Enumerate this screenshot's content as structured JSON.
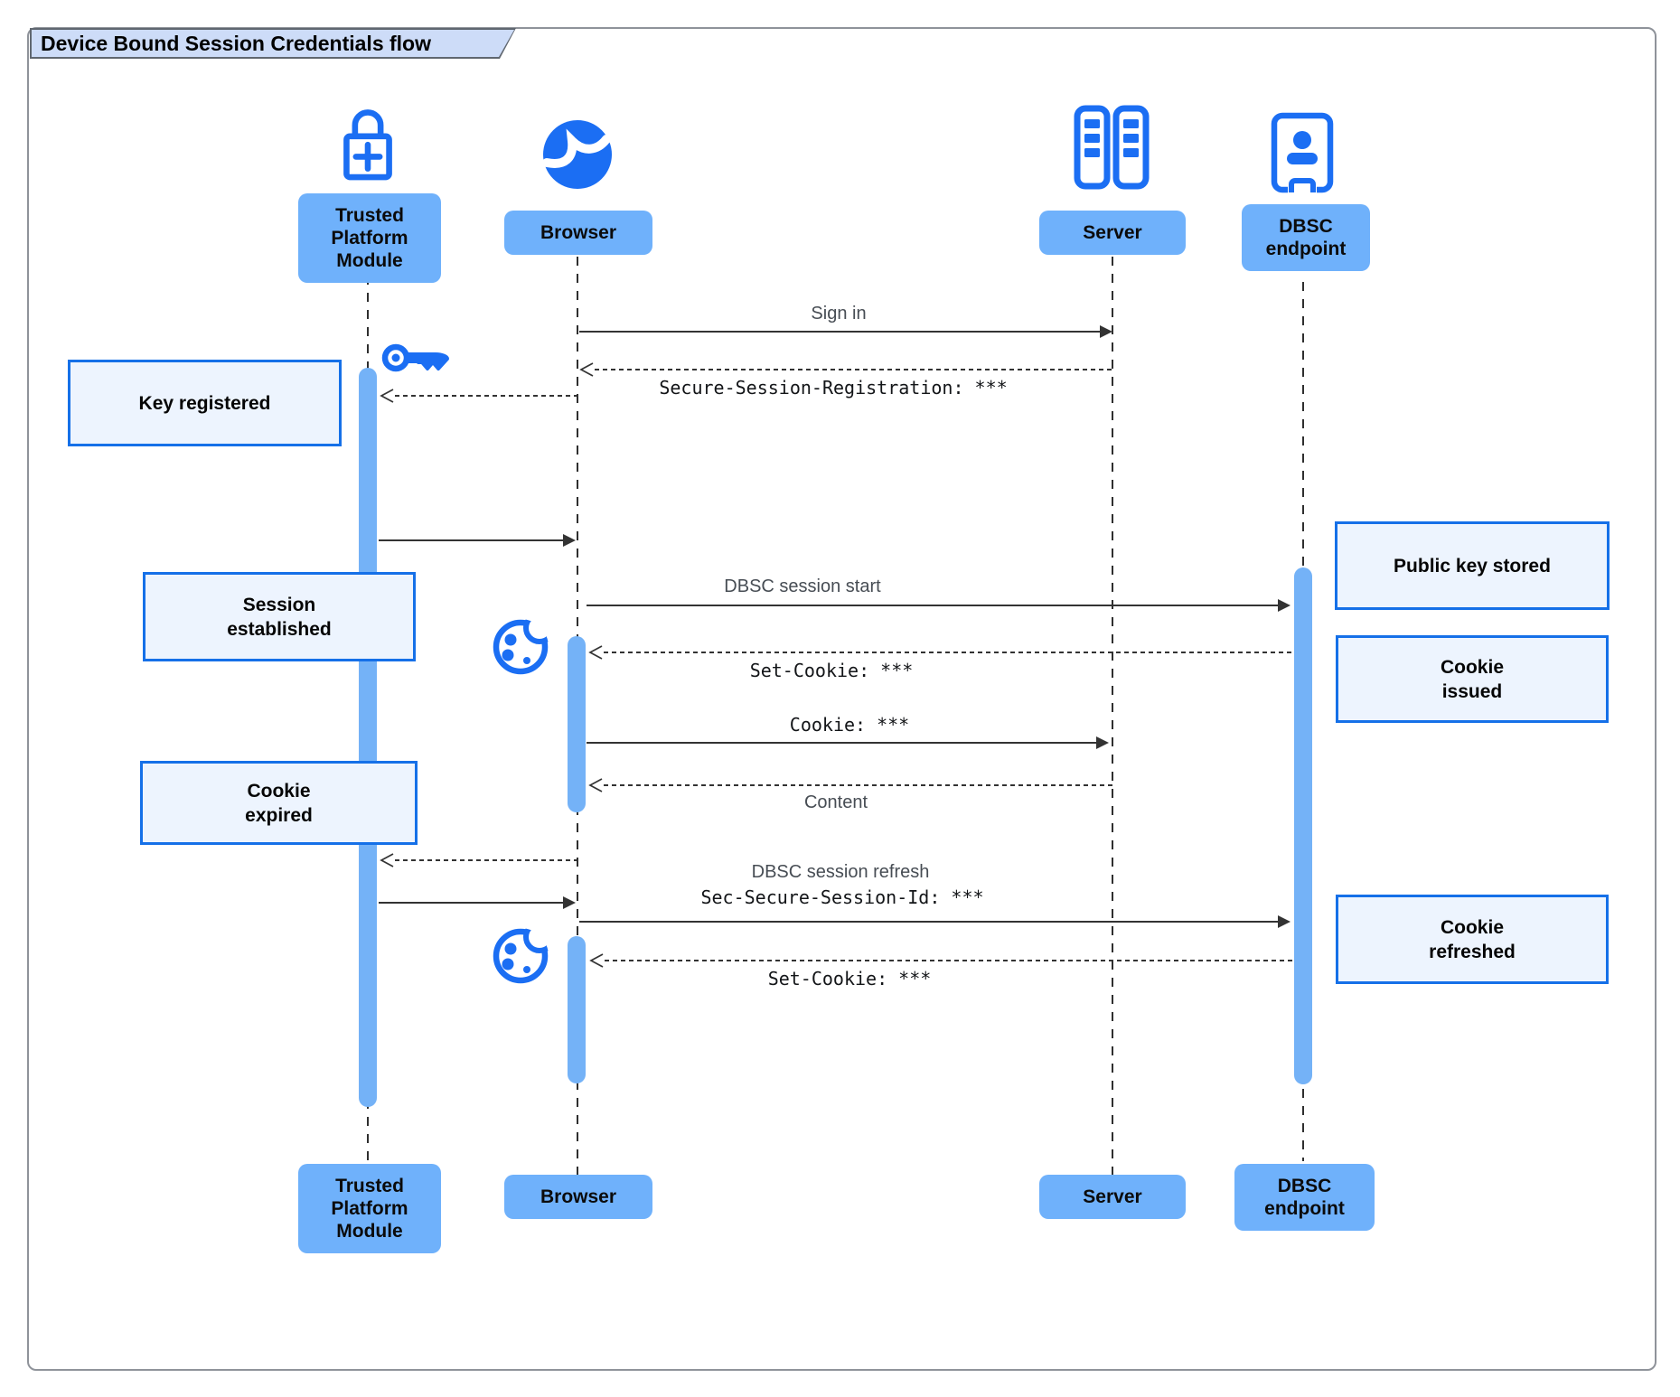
{
  "title": "Device Bound Session Credentials flow",
  "actors": {
    "tpm": {
      "label": "Trusted Platform Module",
      "icon": "lock-plus-icon"
    },
    "browser": {
      "label": "Browser",
      "icon": "globe-icon"
    },
    "server": {
      "label": "Server",
      "icon": "server-rack-icon"
    },
    "dbsc": {
      "label": "DBSC endpoint",
      "icon": "person-badge-icon"
    }
  },
  "messages": [
    {
      "from": "Browser",
      "to": "Server",
      "label": "Sign in",
      "style": "solid"
    },
    {
      "from": "Server",
      "to": "Browser",
      "label": "Secure-Session-Registration: ***",
      "style": "dashed",
      "font": "mono"
    },
    {
      "from": "Browser",
      "to": "Trusted Platform Module",
      "label": "",
      "style": "dashed"
    },
    {
      "from": "Trusted Platform Module",
      "to": "Browser",
      "label": "",
      "style": "solid"
    },
    {
      "from": "Browser",
      "to": "DBSC endpoint",
      "label": "DBSC session start",
      "style": "solid"
    },
    {
      "from": "DBSC endpoint",
      "to": "Browser",
      "label": "Set-Cookie: ***",
      "style": "dashed",
      "font": "mono"
    },
    {
      "from": "Browser",
      "to": "Server",
      "label": "Cookie: ***",
      "style": "solid",
      "font": "mono"
    },
    {
      "from": "Server",
      "to": "Browser",
      "label": "Content",
      "style": "dashed"
    },
    {
      "from": "Browser",
      "to": "Trusted Platform Module",
      "label": "",
      "style": "dashed"
    },
    {
      "from": "Trusted Platform Module",
      "to": "Browser",
      "label": "",
      "style": "solid"
    },
    {
      "from": "Browser",
      "to": "DBSC endpoint",
      "label": "DBSC session refresh",
      "code_label": "Sec-Secure-Session-Id: ***",
      "style": "solid"
    },
    {
      "from": "DBSC endpoint",
      "to": "Browser",
      "label": "Set-Cookie: ***",
      "style": "dashed",
      "font": "mono"
    }
  ],
  "notes": {
    "key_registered": "Key registered",
    "session_established": "Session\nestablished",
    "cookie_expired": "Cookie\nexpired",
    "public_key_stored": "Public key stored",
    "cookie_issued": "Cookie\nissued",
    "cookie_refreshed": "Cookie\nrefreshed"
  },
  "decorations": {
    "key_icon": "key-icon",
    "cookie_icon_1": "cookie-icon",
    "cookie_icon_2": "cookie-icon"
  },
  "colors": {
    "accent_blue": "#1b6ef3",
    "actor_fill": "#6fb1fb",
    "activation_fill": "#74b2f7",
    "note_fill": "#edf4fe",
    "note_border": "#1570e8",
    "title_fill": "#cddcf8",
    "line": "#333333"
  }
}
